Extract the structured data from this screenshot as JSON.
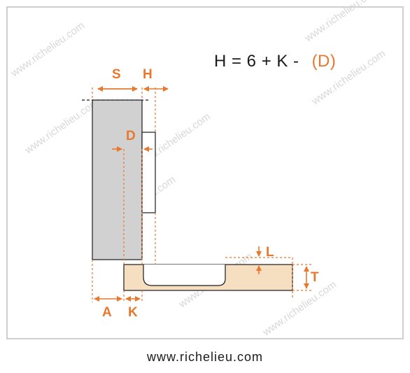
{
  "formula": {
    "main": "H = 6 + K -",
    "accent": "(D)"
  },
  "labels": {
    "s": "S",
    "h": "H",
    "d": "D",
    "l": "L",
    "t": "T",
    "a": "A",
    "k": "K"
  },
  "watermark": "www.richelieu.com",
  "footer": "www.richelieu.com",
  "colors": {
    "accent": "#e8782e",
    "panel": "#d1d1d1",
    "door": "#f6dfc0",
    "line": "#1a1a1a",
    "frame": "#cfcfcf"
  }
}
